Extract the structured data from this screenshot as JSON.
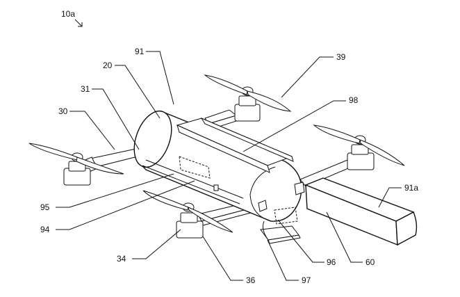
{
  "figure": {
    "labels": {
      "fig": "10a",
      "l91": "91",
      "l39": "39",
      "l20": "20",
      "l31": "31",
      "l98": "98",
      "l30": "30",
      "l91a": "91a",
      "l95": "95",
      "l94": "94",
      "l34": "34",
      "l96": "96",
      "l60": "60",
      "l36": "36",
      "l97": "97"
    }
  }
}
